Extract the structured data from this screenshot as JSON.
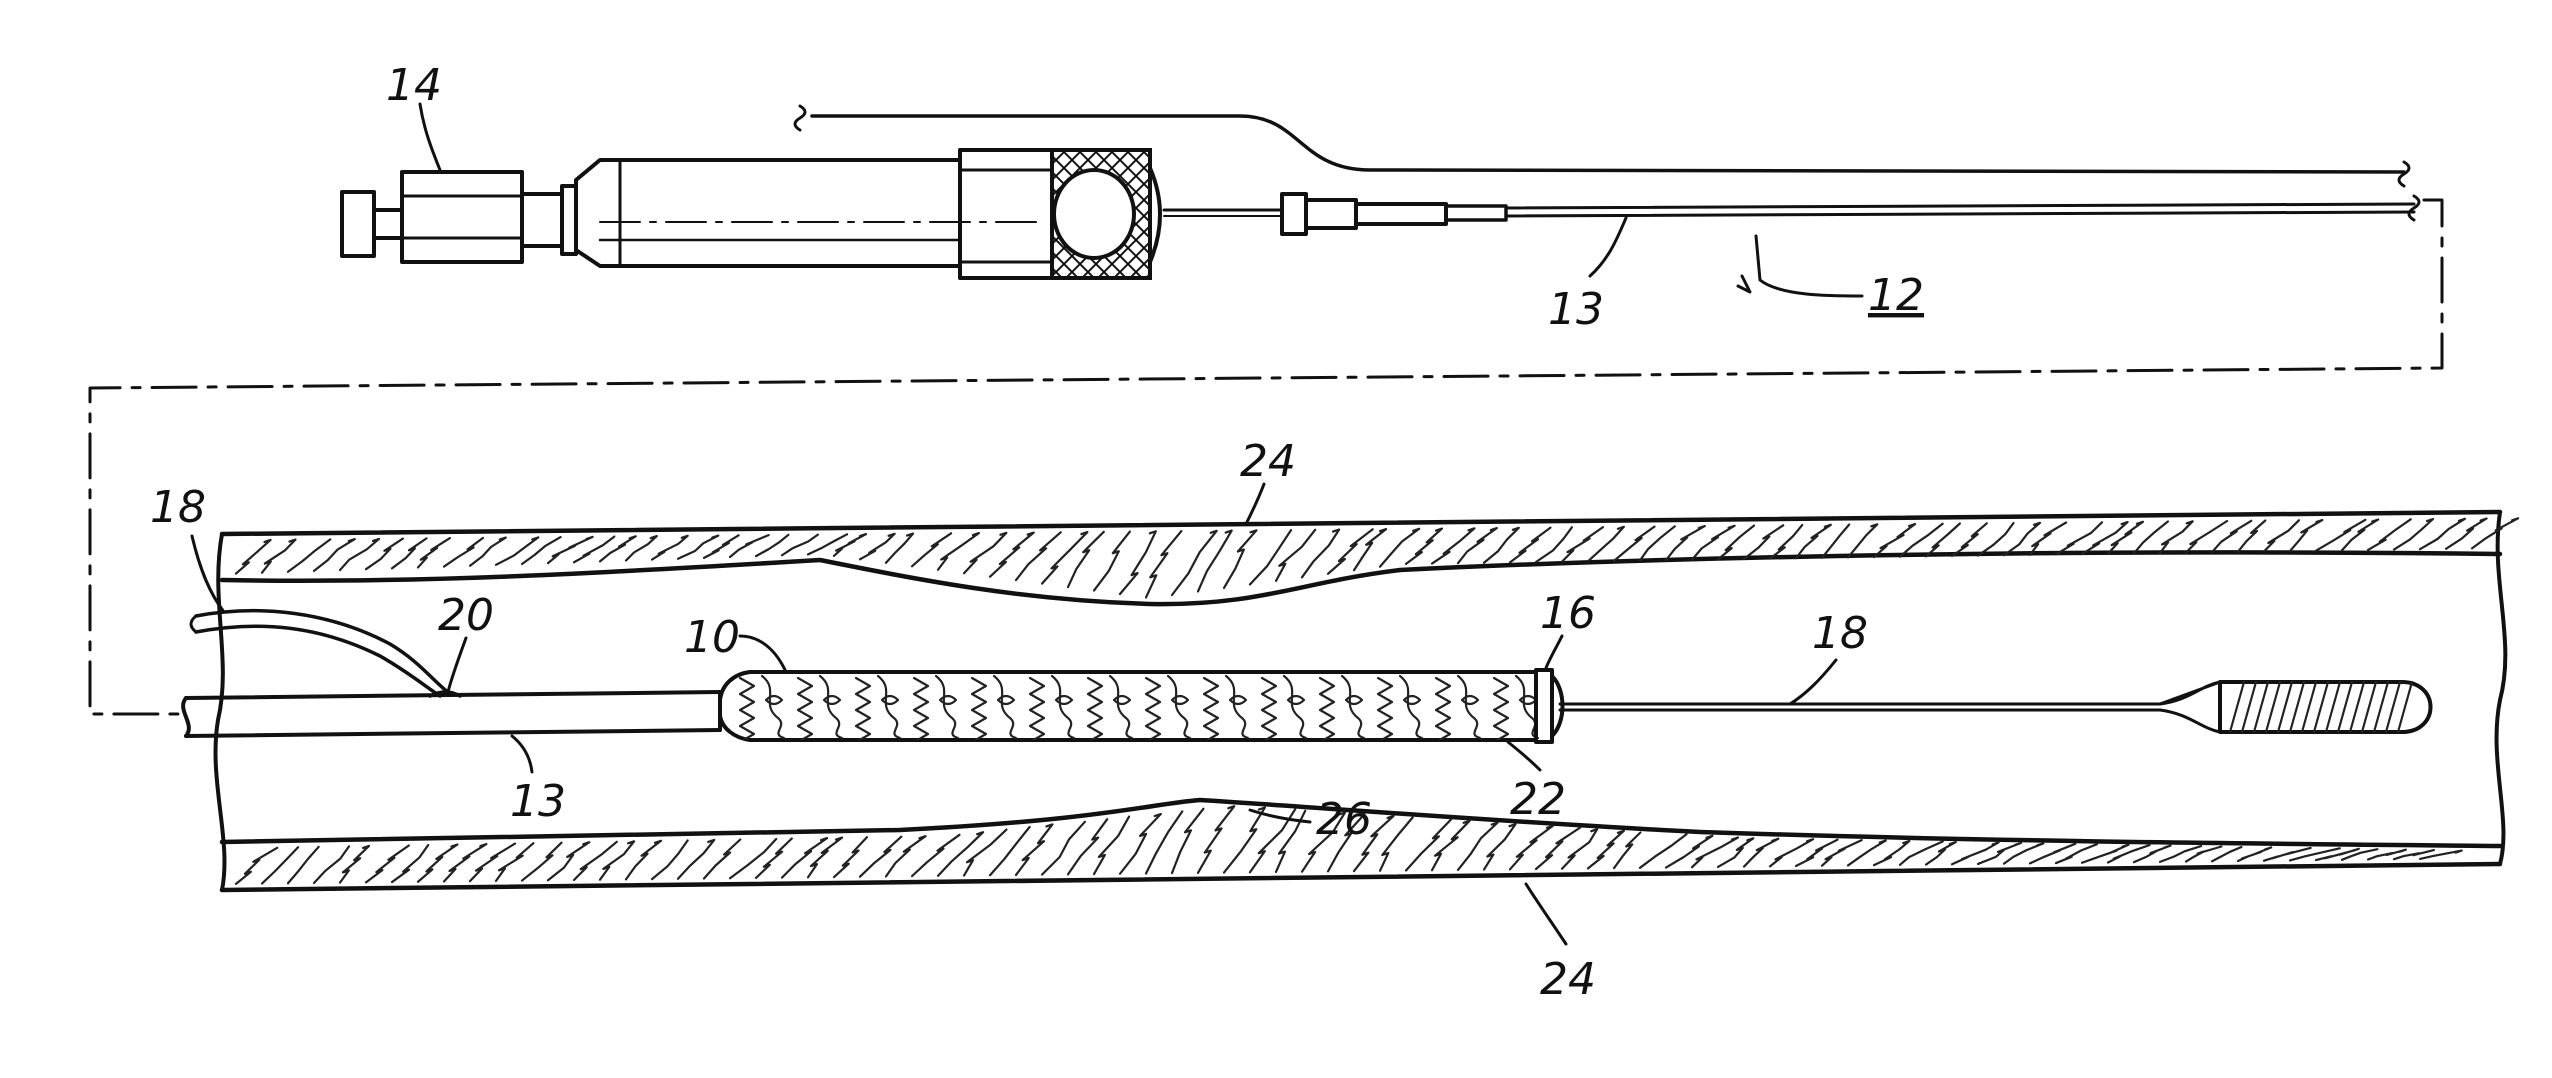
{
  "figure": {
    "labels": [
      {
        "id": "ref-14",
        "text": "14"
      },
      {
        "id": "ref-13-top",
        "text": "13"
      },
      {
        "id": "ref-12",
        "text": "12"
      },
      {
        "id": "ref-24-top",
        "text": "24"
      },
      {
        "id": "ref-18-left",
        "text": "18"
      },
      {
        "id": "ref-20",
        "text": "20"
      },
      {
        "id": "ref-10",
        "text": "10"
      },
      {
        "id": "ref-16",
        "text": "16"
      },
      {
        "id": "ref-18-right",
        "text": "18"
      },
      {
        "id": "ref-13-bottom",
        "text": "13"
      },
      {
        "id": "ref-26",
        "text": "26"
      },
      {
        "id": "ref-22",
        "text": "22"
      },
      {
        "id": "ref-24-bottom",
        "text": "24"
      }
    ]
  }
}
